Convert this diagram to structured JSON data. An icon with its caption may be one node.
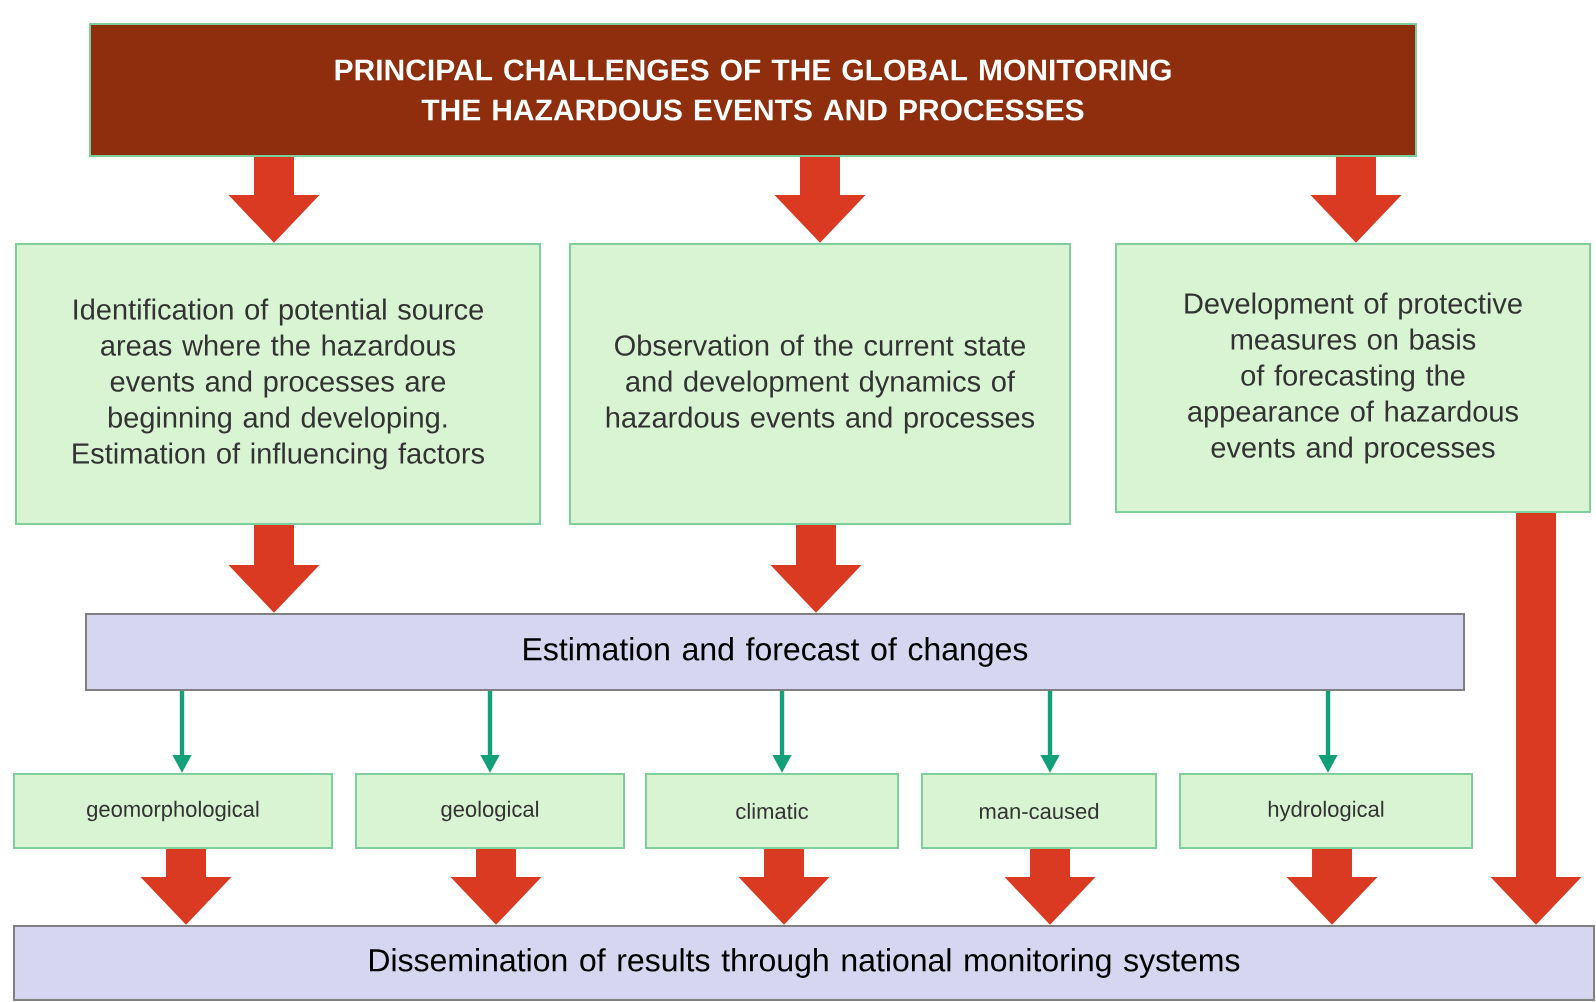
{
  "diagram": {
    "nodes": [
      {
        "text": [
          "PRINCIPAL CHALLENGES OF THE GLOBAL MONITORING THE HAZARDOUS EVENTS AND PROCESSES"
        ]
      },
      {
        "text": [
          "Identification of potential source areas where the hazardous events and processes are beginning and developing. Estimation of influencing factors"
        ]
      },
      {
        "text": [
          "Observation of the current state and development dynamics of hazardous events and processes"
        ]
      },
      {
        "text": [
          "Development of protective measures on basis of forecasting the appearance of hazardous events and processes"
        ]
      },
      {
        "text": [
          "Estimation and forecast of changes"
        ]
      },
      {
        "text": [
          "geomorphological"
        ]
      },
      {
        "text": [
          "geological"
        ]
      },
      {
        "text": [
          "climatic"
        ]
      },
      {
        "text": [
          "man-caused"
        ]
      },
      {
        "text": [
          "hydrological"
        ]
      },
      {
        "text": [
          "Dissemination of results through national monitoring systems"
        ]
      }
    ],
    "edges": [
      {
        "from": 0,
        "to": 1,
        "arrow": "to"
      },
      {
        "from": 0,
        "to": 2,
        "arrow": "to"
      },
      {
        "from": 0,
        "to": 3,
        "arrow": "to"
      },
      {
        "from": 1,
        "to": 4,
        "arrow": "to"
      },
      {
        "from": 2,
        "to": 4,
        "arrow": "to"
      },
      {
        "from": 3,
        "to": 10,
        "arrow": "to"
      },
      {
        "from": 4,
        "to": 5,
        "arrow": "to",
        "color": "#13a078"
      },
      {
        "from": 4,
        "to": 6,
        "arrow": "to",
        "color": "#13a078"
      },
      {
        "from": 4,
        "to": 7,
        "arrow": "to",
        "color": "#13a078"
      },
      {
        "from": 4,
        "to": 8,
        "arrow": "to",
        "color": "#13a078"
      },
      {
        "from": 4,
        "to": 9,
        "arrow": "to",
        "color": "#13a078"
      },
      {
        "from": 5,
        "to": 10,
        "arrow": "to"
      },
      {
        "from": 6,
        "to": 10,
        "arrow": "to"
      },
      {
        "from": 7,
        "to": 10,
        "arrow": "to"
      },
      {
        "from": 8,
        "to": 10,
        "arrow": "to"
      },
      {
        "from": 9,
        "to": 10,
        "arrow": "to"
      }
    ]
  }
}
